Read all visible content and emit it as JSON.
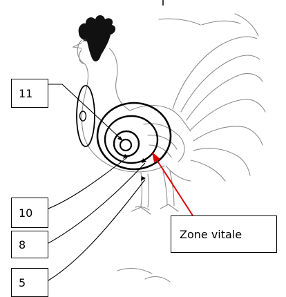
{
  "labels": {
    "ring_11": "11",
    "ring_10": "10",
    "ring_8": "8",
    "ring_5": "5",
    "vital_zone": "Zone vitale"
  },
  "colors": {
    "line": "#000000",
    "sketch": "#8a8a8a",
    "comb": "#111111",
    "arrow_vital": "#e00000"
  }
}
